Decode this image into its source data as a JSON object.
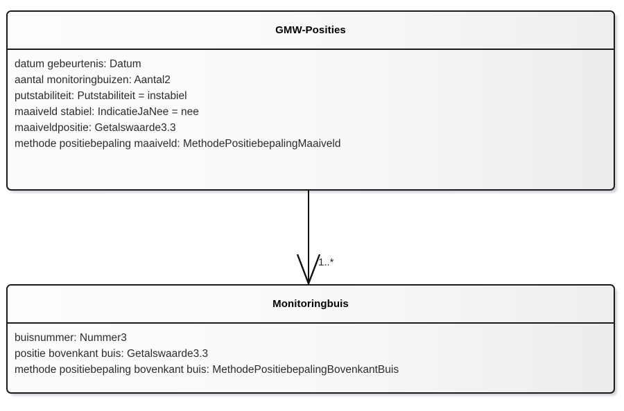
{
  "diagram": {
    "type": "uml-class-diagram",
    "background_color": "#ffffff",
    "classes": [
      {
        "id": "gmw-posities",
        "name": "GMW-Posities",
        "attributes": [
          "datum gebeurtenis: Datum",
          "aantal monitoringbuizen: Aantal2",
          "putstabiliteit: Putstabiliteit = instabiel",
          "maaiveld stabiel: IndicatieJaNee = nee",
          "maaiveldpositie: Getalswaarde3.3",
          "methode positiebepaling maaiveld: MethodePositiebepalingMaaiveld"
        ]
      },
      {
        "id": "monitoringbuis",
        "name": "Monitoringbuis",
        "attributes": [
          "buisnummer: Nummer3",
          "positie bovenkant buis: Getalswaarde3.3",
          "methode positiebepaling bovenkant buis: MethodePositiebepalingBovenkantBuis"
        ]
      }
    ],
    "relations": [
      {
        "id": "composition-gmw-posities-monitoringbuis",
        "from": "gmw-posities",
        "to": "monitoringbuis",
        "style": "open-arrow",
        "target_multiplicity": "1..*"
      }
    ],
    "colors": {
      "border": "#1a1a1a",
      "text": "#2b2b2b",
      "title_text": "#000000",
      "shadow": "#969baa",
      "fill_left": "#fcfcfc",
      "fill_right": "#ececec"
    }
  }
}
